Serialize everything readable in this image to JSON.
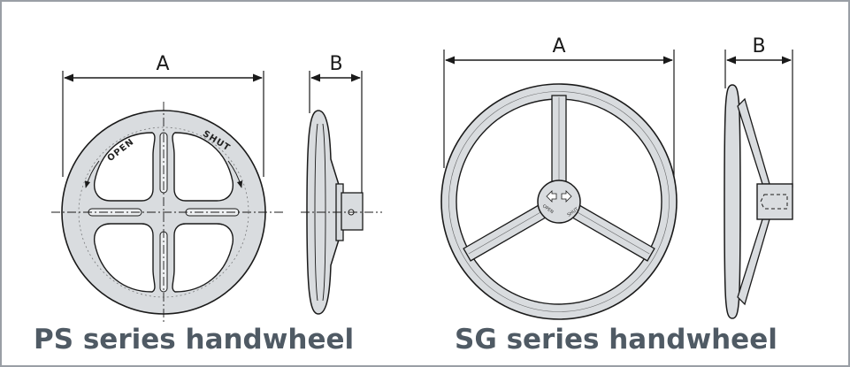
{
  "ps": {
    "caption": "PS series handwheel",
    "dim_a": "A",
    "dim_b": "B",
    "open_text": "OPEN",
    "shut_text": "SHUT"
  },
  "sg": {
    "caption": "SG series handwheel",
    "dim_a": "A",
    "dim_b": "B",
    "hub_text_left": "OPEN",
    "hub_text_right": "SHUT"
  },
  "colors": {
    "wheel_fill": "#d9dcdf",
    "outline": "#1a1a1a",
    "caption": "#4f5a64",
    "frame": "#9a9fa5"
  }
}
